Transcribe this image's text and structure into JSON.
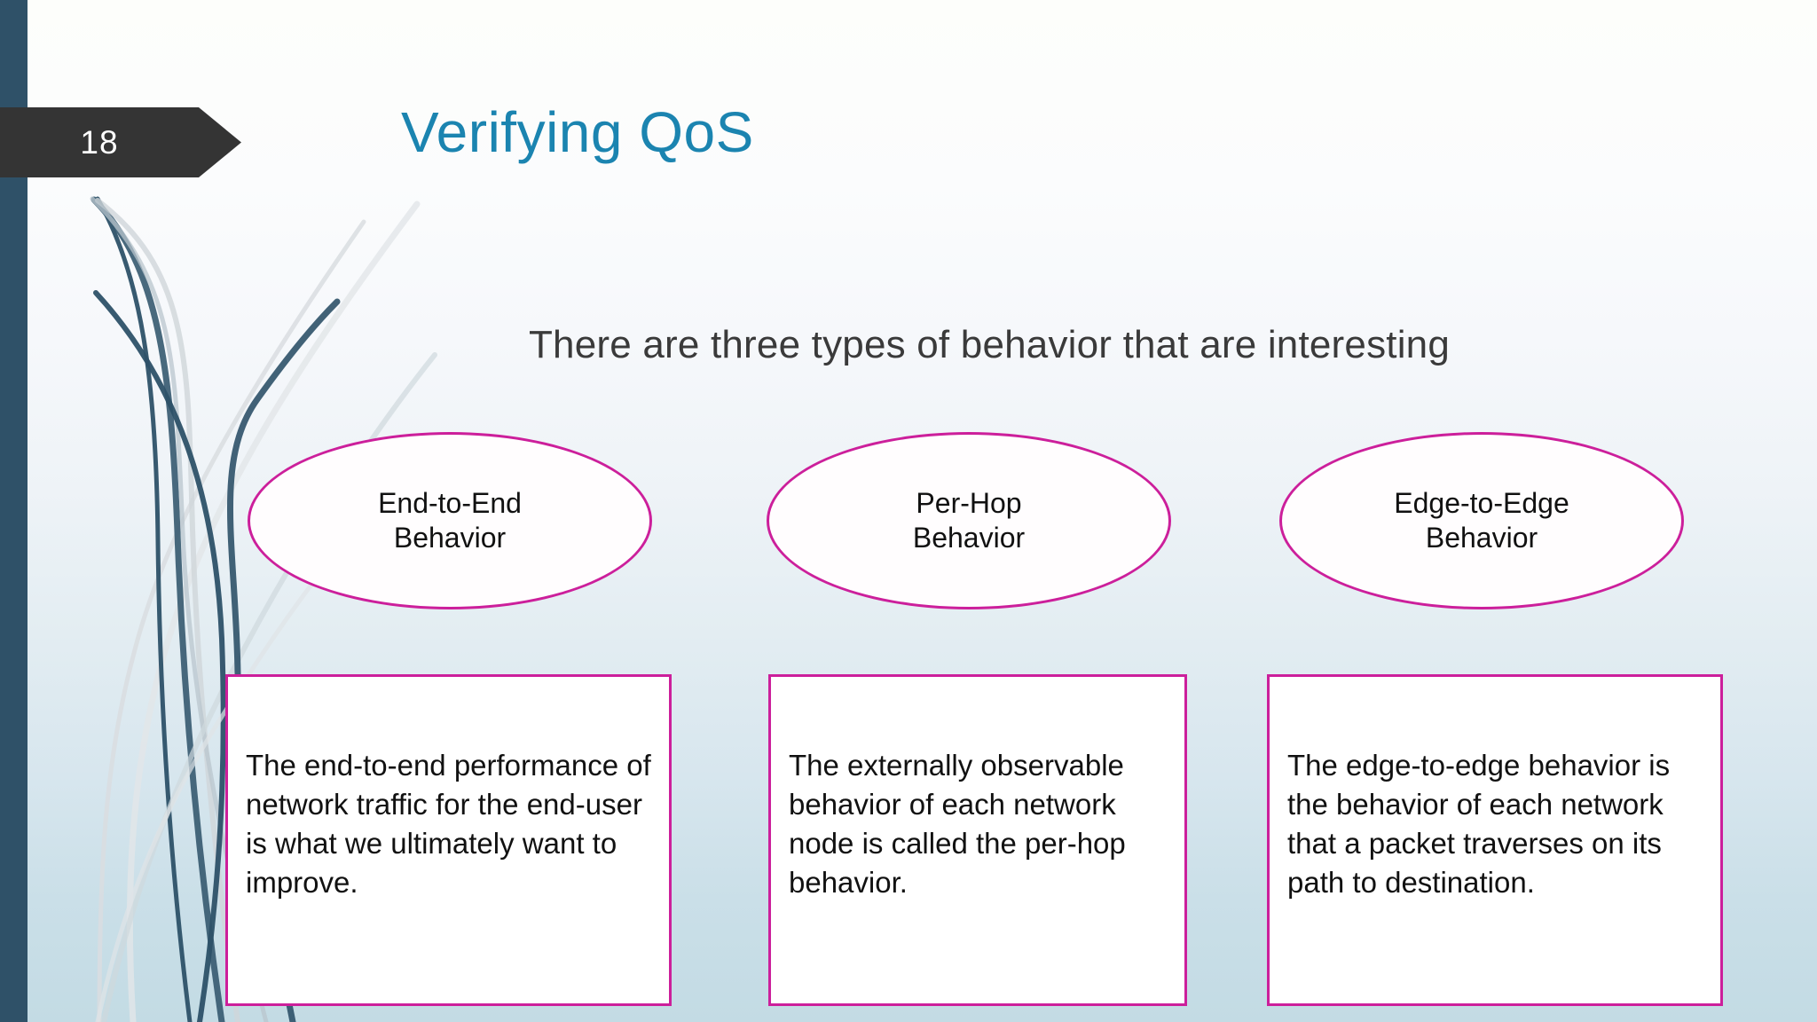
{
  "slide": {
    "page_number": "18",
    "title": "Verifying QoS",
    "subtitle": "There are three types of behavior that are interesting",
    "accent_color": "#cc1f9b",
    "title_color": "#1b84b0",
    "banner_color": "#343434",
    "sidebar_color": "#2f5168"
  },
  "concepts": [
    {
      "label_line1": "End-to-End",
      "label_line2": "Behavior",
      "description": "The end-to-end performance of network traffic for the end-user is what we ultimately want to improve."
    },
    {
      "label_line1": "Per-Hop",
      "label_line2": "Behavior",
      "description": "The externally observable behavior of each network node is called the per-hop behavior."
    },
    {
      "label_line1": "Edge-to-Edge",
      "label_line2": "Behavior",
      "description": "The edge-to-edge behavior is the behavior of each network that a packet traverses on its path to destination."
    }
  ]
}
